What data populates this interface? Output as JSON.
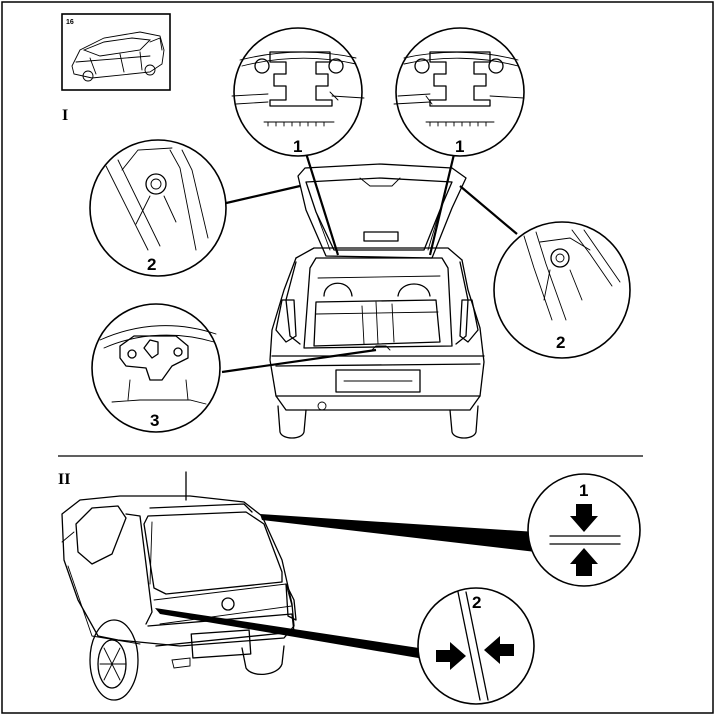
{
  "sections": {
    "upper": {
      "roman": "I"
    },
    "lower": {
      "roman": "II"
    }
  },
  "thumbnail": {
    "tag": "16"
  },
  "callouts": {
    "hinge_left": {
      "number": "1"
    },
    "hinge_right": {
      "number": "1"
    },
    "strut_left": {
      "number": "2"
    },
    "strut_right": {
      "number": "2"
    },
    "lock": {
      "number": "3"
    },
    "gap_top": {
      "number": "1"
    },
    "gap_side": {
      "number": "2"
    }
  }
}
